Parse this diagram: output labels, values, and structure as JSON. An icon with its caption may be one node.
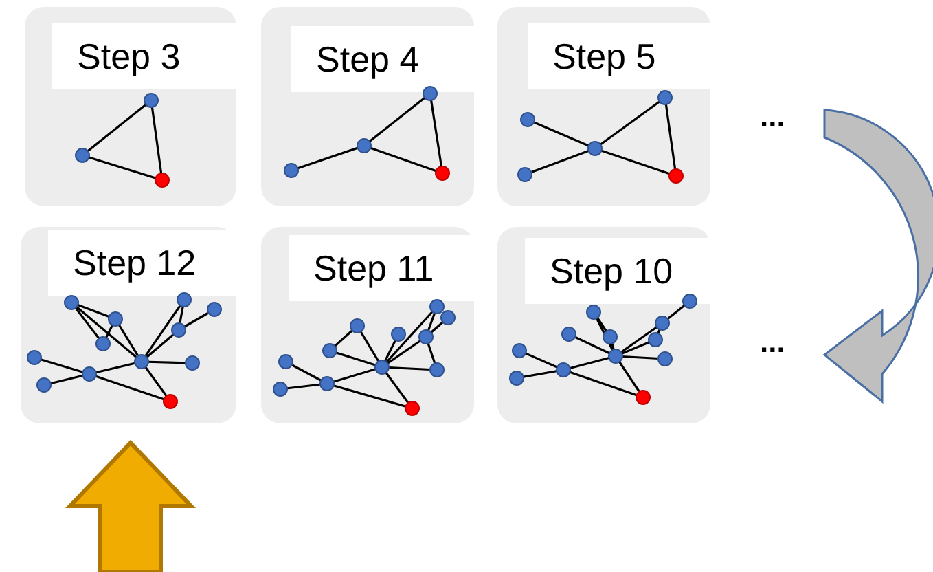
{
  "diagram": {
    "nodes": [
      {
        "text": [
          "Step 3"
        ]
      },
      {
        "text": [
          "Step 4"
        ]
      },
      {
        "text": [
          "Step 5"
        ]
      },
      {
        "text": [
          "..."
        ]
      },
      {
        "text": [
          "Step 12"
        ]
      },
      {
        "text": [
          "Step 11"
        ]
      },
      {
        "text": [
          "Step 10"
        ]
      },
      {
        "text": [
          "..."
        ]
      }
    ],
    "edges": [
      {
        "from": 3,
        "to": 7,
        "arrow": "to"
      },
      {
        "from": null,
        "to": 4,
        "arrow": "to",
        "color": "#f0ac00"
      }
    ]
  }
}
